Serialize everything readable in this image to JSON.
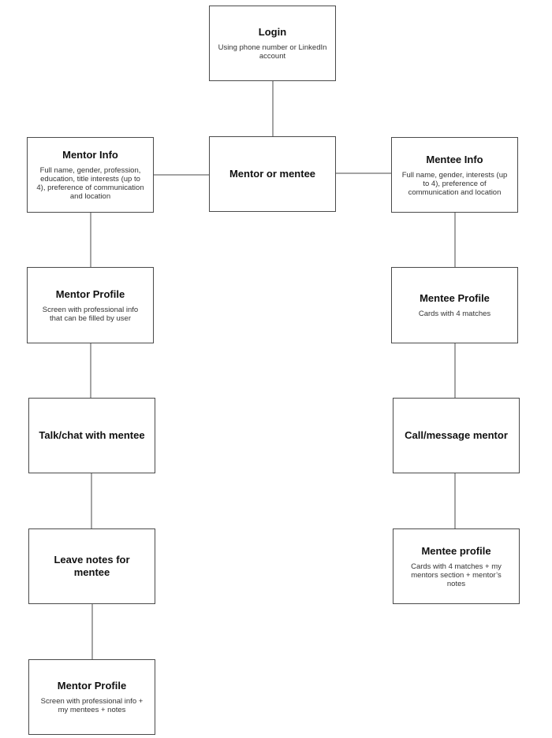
{
  "diagram": {
    "nodes": {
      "login": {
        "title": "Login",
        "desc": "Using phone number or LinkedIn account"
      },
      "mentor_or_mentee": {
        "title": "Mentor or mentee"
      },
      "mentor_info": {
        "title": "Mentor Info",
        "desc": "Full name, gender, profession, education, title interests (up to 4), preference of communication and location"
      },
      "mentee_info": {
        "title": "Mentee Info",
        "desc": "Full name, gender, interests (up to 4), preference of communication and location"
      },
      "mentor_profile_1": {
        "title": "Mentor Profile",
        "desc": "Screen with professional info that can be filled by user"
      },
      "mentee_profile_1": {
        "title": "Mentee Profile",
        "desc": "Cards with 4 matches"
      },
      "talk_chat": {
        "title": "Talk/chat with mentee"
      },
      "call_message": {
        "title": "Call/message mentor"
      },
      "leave_notes": {
        "title": "Leave notes for mentee"
      },
      "mentee_profile_2": {
        "title": "Mentee profile",
        "desc": "Cards with 4 matches + my mentors section + mentor’s notes"
      },
      "mentor_profile_2": {
        "title": "Mentor Profile",
        "desc": "Screen with professional info + my mentees + notes"
      }
    }
  }
}
